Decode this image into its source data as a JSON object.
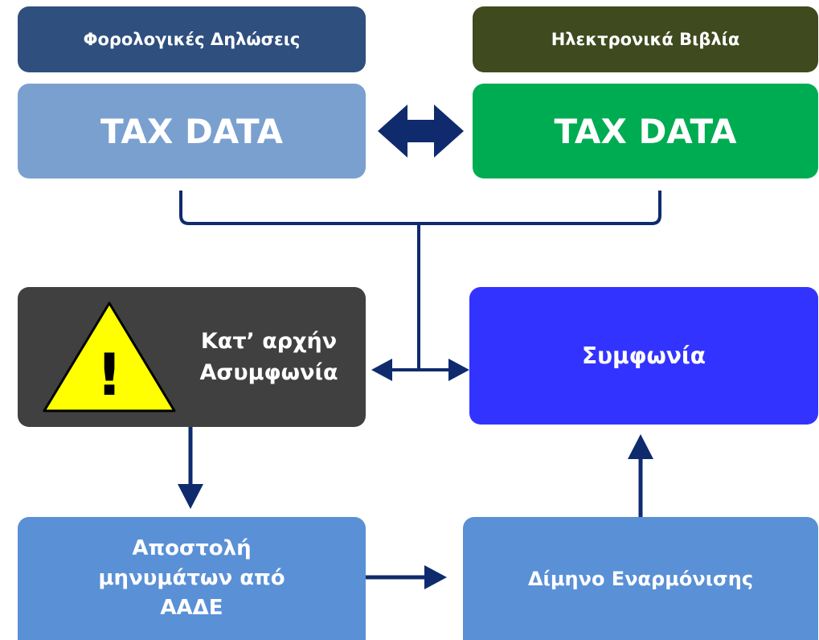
{
  "headers": {
    "left": "Φορολογικές Δηλώσεις",
    "right": "Ηλεκτρονικά Βιβλία"
  },
  "tax_boxes": {
    "left": "TAX DATA",
    "right": "TAX DATA"
  },
  "mismatch": {
    "line1": "Κατ’ αρχήν",
    "line2": "Ασυμφωνία",
    "icon": "warning-triangle-icon",
    "icon_symbol": "!"
  },
  "agreement": "Συμφωνία",
  "messages": {
    "line1": "Αποστολή",
    "line2": "μηνυμάτων από",
    "line3": "ΑΑΔΕ"
  },
  "harmonization": "Δίμηνο Εναρμόνισης",
  "colors": {
    "header_left": "#2f4f7e",
    "header_right": "#3f4a1f",
    "tax_left": "#7aa0d0",
    "tax_right": "#00ac52",
    "mismatch": "#404040",
    "agreement": "#3333ff",
    "messages": "#5a90d6",
    "connector": "#0f2b6e",
    "warning_fill": "#ffff00"
  }
}
